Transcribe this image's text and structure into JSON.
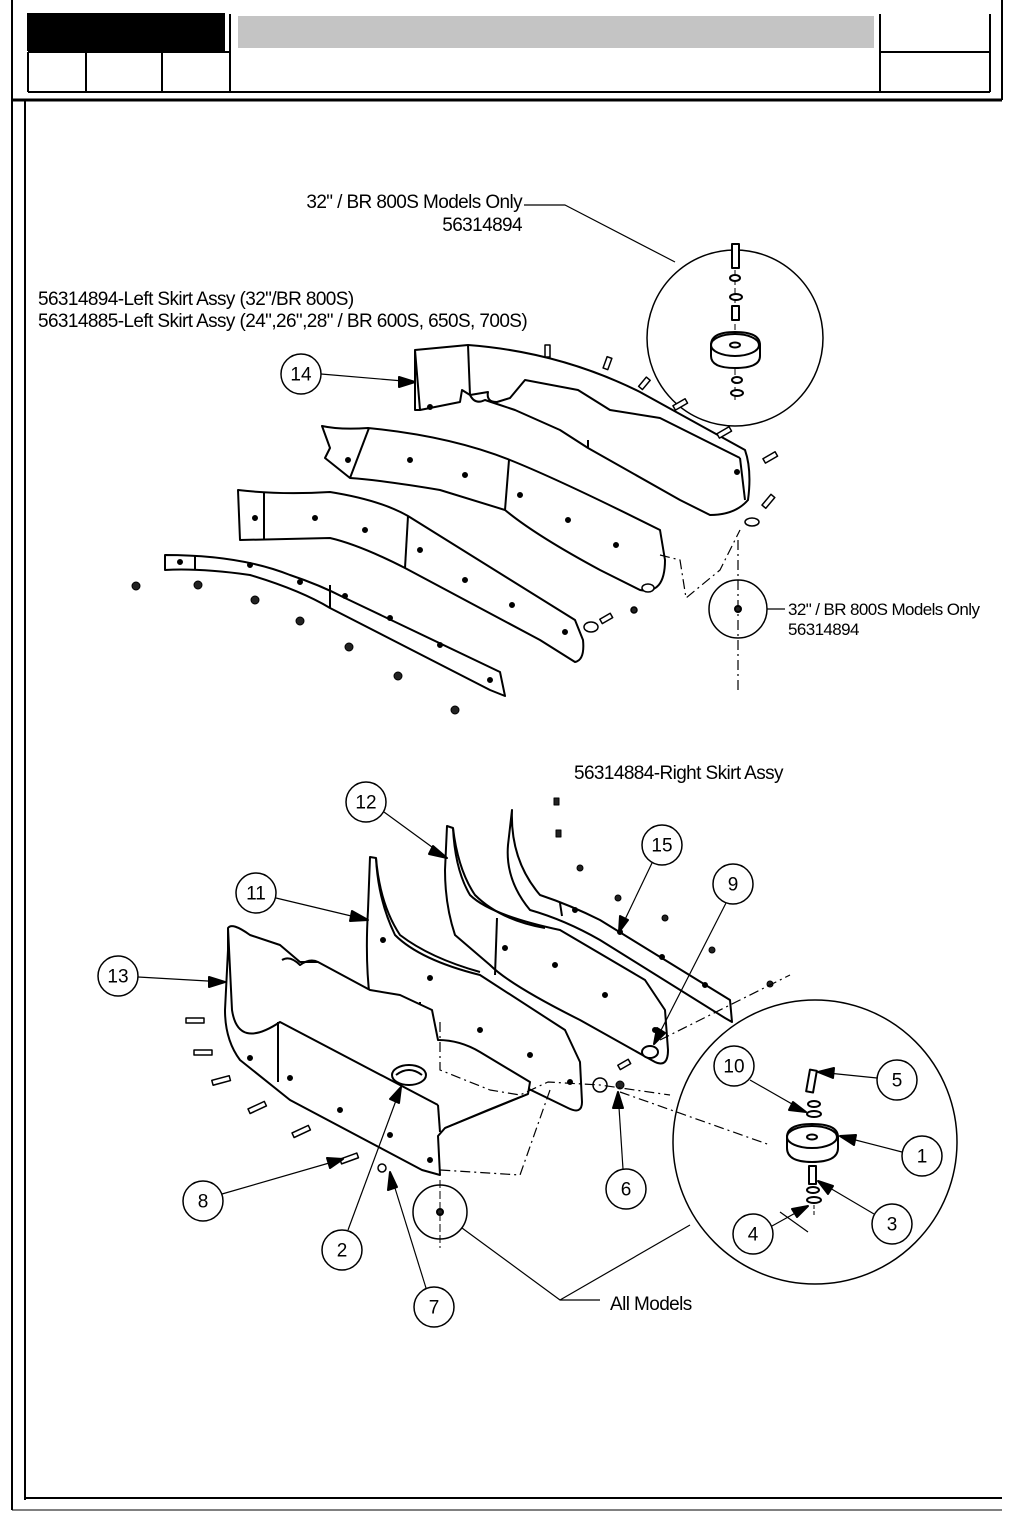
{
  "header": {
    "title_bar_color": "#000000",
    "title_band_color": "#c4c4c4"
  },
  "callouts": {
    "top_inset_note": "32\" / BR 800S Models Only",
    "top_inset_part": "56314894",
    "left_assy_line1": "56314894-Left Skirt Assy (32\"/BR 800S)",
    "left_assy_line2": "56314885-Left Skirt Assy (24\",26\",28\" / BR 600S, 650S, 700S)",
    "mid_inset_note": "32\" / BR 800S Models Only",
    "mid_inset_part": "56314894",
    "right_assy": "56314884-Right Skirt Assy",
    "all_models": "All Models"
  },
  "balloons": [
    {
      "id": "14",
      "label": "14"
    },
    {
      "id": "12",
      "label": "12"
    },
    {
      "id": "15",
      "label": "15"
    },
    {
      "id": "11",
      "label": "11"
    },
    {
      "id": "9",
      "label": "9"
    },
    {
      "id": "13",
      "label": "13"
    },
    {
      "id": "10",
      "label": "10"
    },
    {
      "id": "5",
      "label": "5"
    },
    {
      "id": "1",
      "label": "1"
    },
    {
      "id": "6",
      "label": "6"
    },
    {
      "id": "8",
      "label": "8"
    },
    {
      "id": "4",
      "label": "4"
    },
    {
      "id": "3",
      "label": "3"
    },
    {
      "id": "2",
      "label": "2"
    },
    {
      "id": "7",
      "label": "7"
    }
  ]
}
